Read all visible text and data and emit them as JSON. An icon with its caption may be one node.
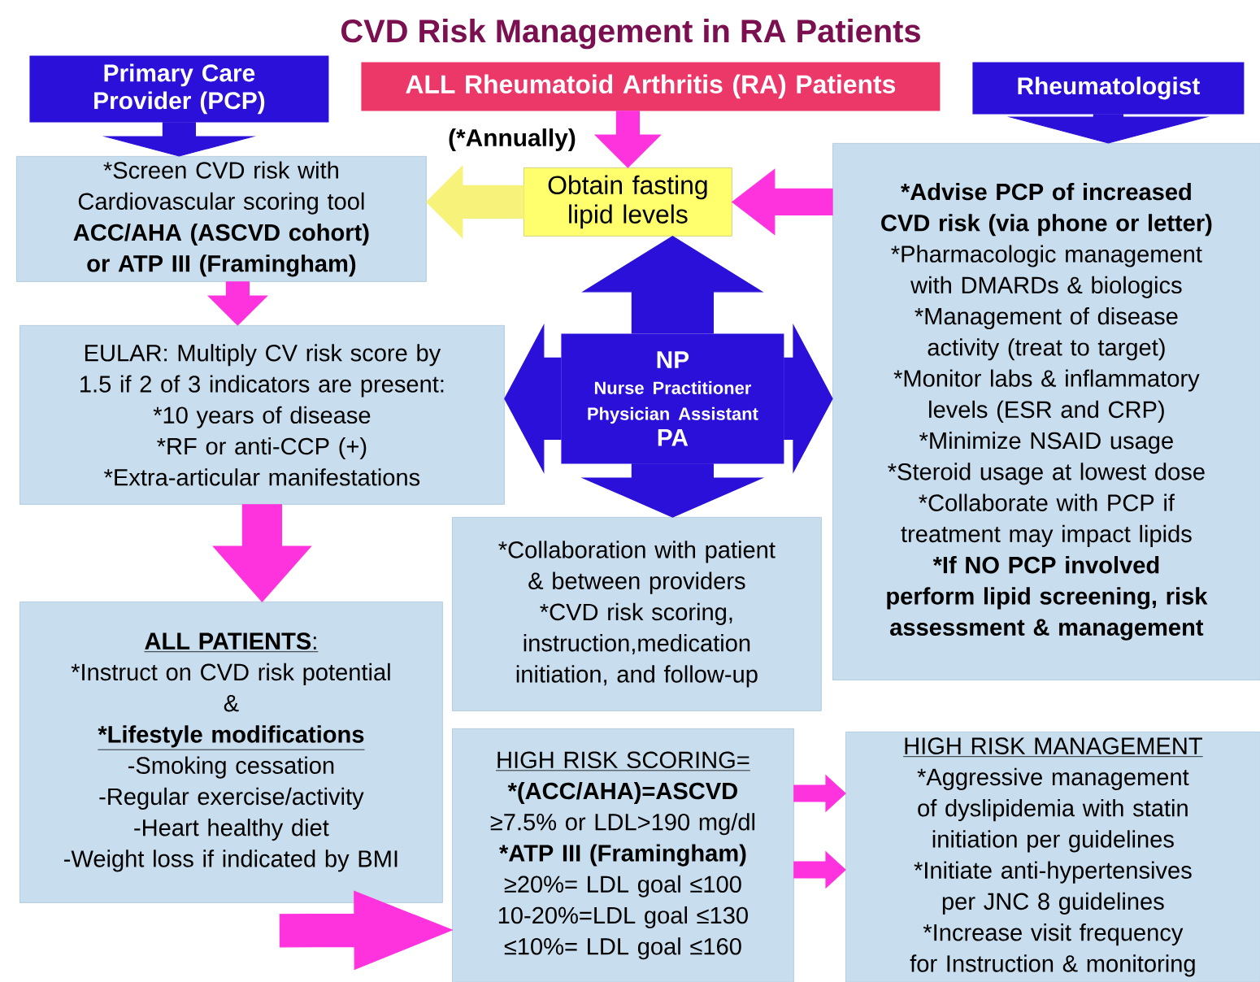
{
  "diagram": {
    "title": "CVD Risk Management in RA Patients",
    "nodes": [
      {
        "text": [
          "Primary Care Provider (PCP)"
        ]
      },
      {
        "text": [
          "ALL Rheumatoid Arthritis (RA) Patients"
        ]
      },
      {
        "text": [
          "Rheumatologist"
        ]
      },
      {
        "text": [
          "Obtain fasting lipid levels"
        ]
      },
      {
        "text": [
          "*Screen CVD risk with Cardiovascular scoring tool",
          "ACC/AHA (ASCVD cohort) or ATP III (Framingham)"
        ]
      },
      {
        "text": [
          "*Advise PCP of increased CVD risk (via phone or letter)",
          "*Pharmacologic management with DMARDs & biologics",
          "*Management of disease activity (treat to target)",
          "*Monitor labs & inflammatory levels (ESR and CRP)",
          "*Minimize NSAID usage",
          "*Steroid usage at lowest dose",
          "*Collaborate with PCP if treatment may impact lipids",
          "*If NO PCP involved perform lipid screening, risk assessment & management"
        ]
      },
      {
        "text": [
          "NP",
          "Nurse Practitioner Physician Assistant",
          "PA"
        ]
      },
      {
        "text": [
          "EULAR: Multiply CV risk score by 1.5 if 2 of 3 indicators are present:",
          "*10 years of disease",
          "*RF or anti-CCP (+)",
          "*Extra-articular manifestations"
        ]
      },
      {
        "text": [
          "*Collaboration with patient & between providers",
          "*CVD risk scoring, instruction,medication initiation, and follow-up"
        ]
      },
      {
        "text": [
          "**ALL PATIENTS**:",
          "*Instruct on CVD risk potential",
          "&",
          "*Lifestyle modifications",
          "-Smoking cessation",
          "-Regular exercise/activity",
          "-Heart healthy diet",
          "-Weight loss if indicated by BMI"
        ]
      },
      {
        "text": [
          "HIGH RISK SCORING=",
          "*(ACC/AHA)=ASCVD",
          "≥7.5% or LDL>190 mg/dl",
          "*ATP III (Framingham)",
          "≥20%= LDL goal ≤100",
          "10-20%=LDL goal ≤130",
          "≤10%= LDL goal ≤160"
        ]
      },
      {
        "text": [
          "HIGH RISK MANAGEMENT",
          "*Aggressive management of dyslipidemia with statin initiation per guidelines",
          "*Initiate anti-hypertensives per JNC 8 guidelines",
          "*Increase visit frequency for Instruction & monitoring"
        ]
      }
    ],
    "edges": [
      {
        "from": 0,
        "to": 4,
        "arrow": "to",
        "color": "#2a10d8"
      },
      {
        "from": 1,
        "to": 3,
        "arrow": "to"
      },
      {
        "from": 2,
        "to": 5,
        "arrow": "to",
        "color": "#2a10d8"
      },
      {
        "from": 3,
        "to": 4,
        "arrow": "to",
        "color": "#f6f27a"
      },
      {
        "from": 5,
        "to": 3,
        "arrow": "to"
      },
      {
        "from": 4,
        "to": 7,
        "arrow": "to"
      },
      {
        "from": 7,
        "to": 9,
        "arrow": "to"
      },
      {
        "from": 9,
        "to": 10,
        "arrow": "to"
      },
      {
        "from": 10,
        "to": 11,
        "arrow": "to"
      },
      {
        "from": 10,
        "to": 11,
        "arrow": "to"
      },
      {
        "from": 6,
        "to": 3,
        "arrow": "to",
        "style": "thick",
        "color": "#2a10d8"
      },
      {
        "from": 6,
        "to": 7,
        "arrow": "to",
        "style": "thick",
        "color": "#2a10d8"
      },
      {
        "from": 6,
        "to": 5,
        "arrow": "to",
        "style": "thick",
        "color": "#2a10d8"
      },
      {
        "from": 6,
        "to": 8,
        "arrow": "to",
        "style": "thick",
        "color": "#2a10d8"
      }
    ],
    "labels": [
      "(*Annually)"
    ]
  }
}
